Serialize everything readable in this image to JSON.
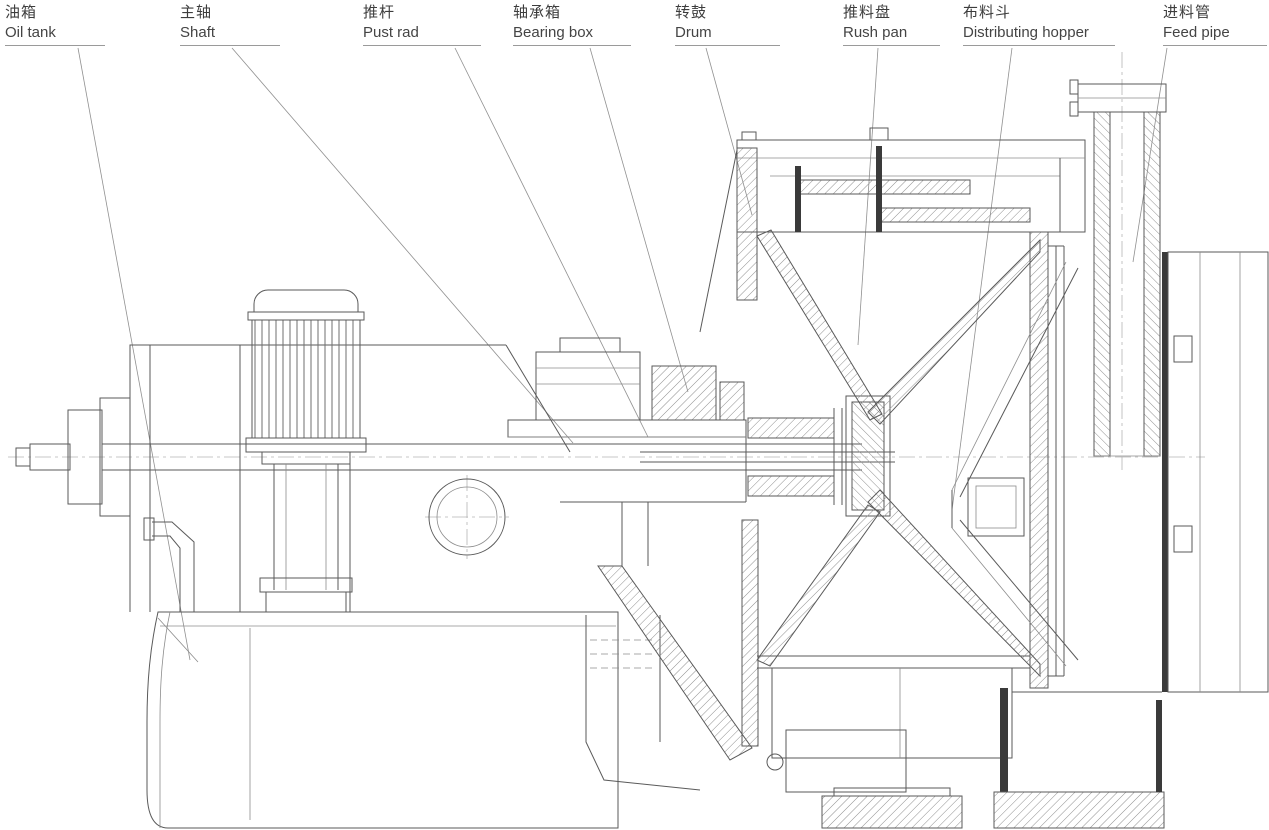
{
  "diagram": {
    "type": "technical-cross-section",
    "labels": [
      {
        "zh": "油箱",
        "en": "Oil tank"
      },
      {
        "zh": "主轴",
        "en": "Shaft"
      },
      {
        "zh": "推杆",
        "en": "Pust rad"
      },
      {
        "zh": "轴承箱",
        "en": "Bearing box"
      },
      {
        "zh": "转鼓",
        "en": "Drum"
      },
      {
        "zh": "推料盘",
        "en": "Rush pan"
      },
      {
        "zh": "布料斗",
        "en": "Distributing hopper"
      },
      {
        "zh": "进料管",
        "en": "Feed pipe"
      }
    ],
    "colors": {
      "background": "#ffffff",
      "line": "#5a5a5a",
      "leader": "#909090",
      "text": "#3d3d3d"
    }
  }
}
